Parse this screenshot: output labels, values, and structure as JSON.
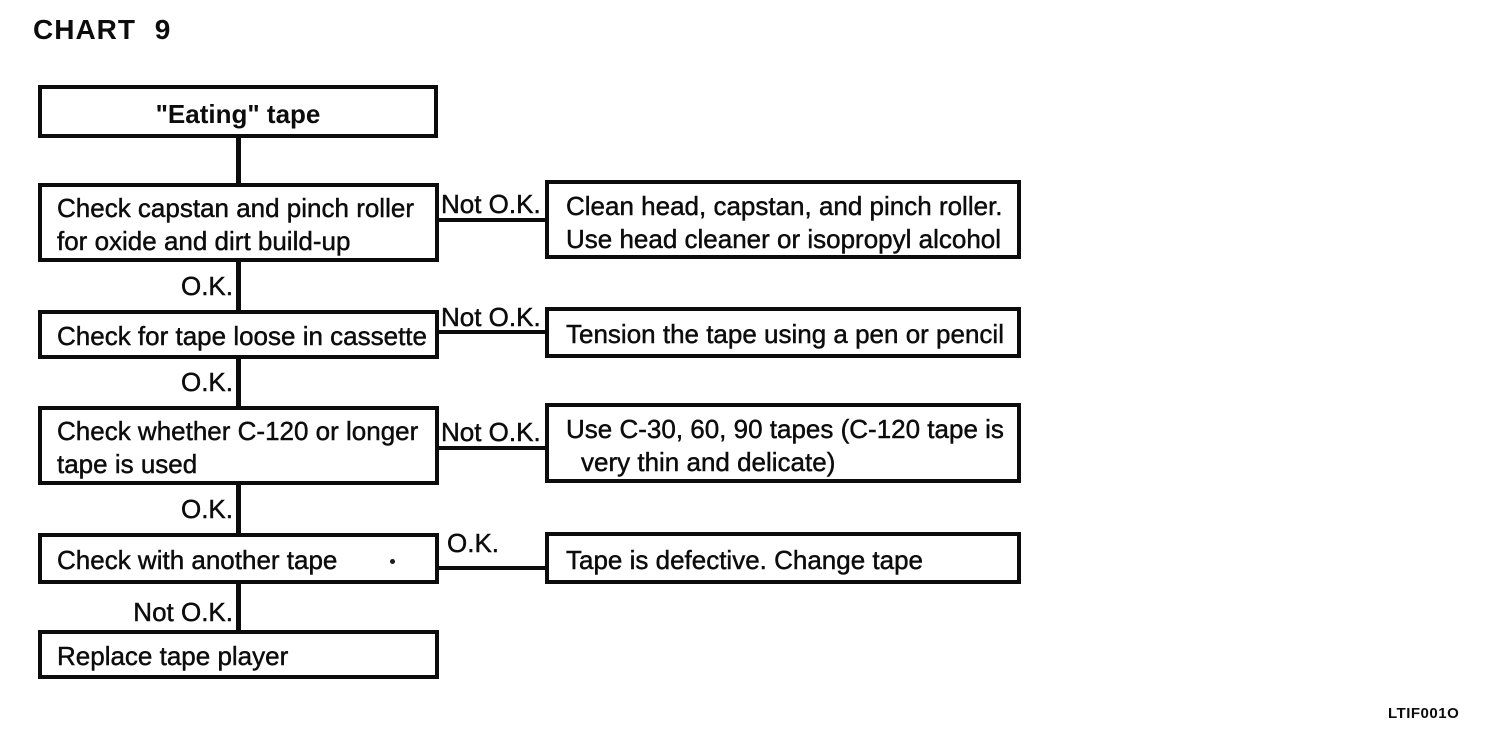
{
  "page": {
    "title": "CHART 9",
    "footer_code": "LTIF001O"
  },
  "flow": {
    "start_label": "\"Eating\" tape",
    "steps": [
      {
        "check_line1": "Check capstan and pinch roller",
        "check_line2": "for oxide and dirt build-up",
        "branch_label": "Not O.K.",
        "action_line1": "Clean head, capstan, and pinch roller.",
        "action_line2": "Use head cleaner or isopropyl alcohol",
        "pass_label": "O.K."
      },
      {
        "check_line1": "Check for tape loose in cassette",
        "branch_label": "Not O.K.",
        "action_line1": "Tension the tape using a pen or pencil",
        "pass_label": "O.K."
      },
      {
        "check_line1": "Check whether C-120 or longer",
        "check_line2": "tape is used",
        "branch_label": "Not O.K.",
        "action_line1": "Use C-30, 60, 90 tapes (C-120 tape is",
        "action_line2": "very thin and delicate)",
        "pass_label": "O.K."
      },
      {
        "check_line1": "Check with another tape",
        "branch_label": "O.K.",
        "action_line1": "Tape is defective. Change tape",
        "pass_label": "Not O.K."
      }
    ],
    "end_label": "Replace tape player"
  }
}
